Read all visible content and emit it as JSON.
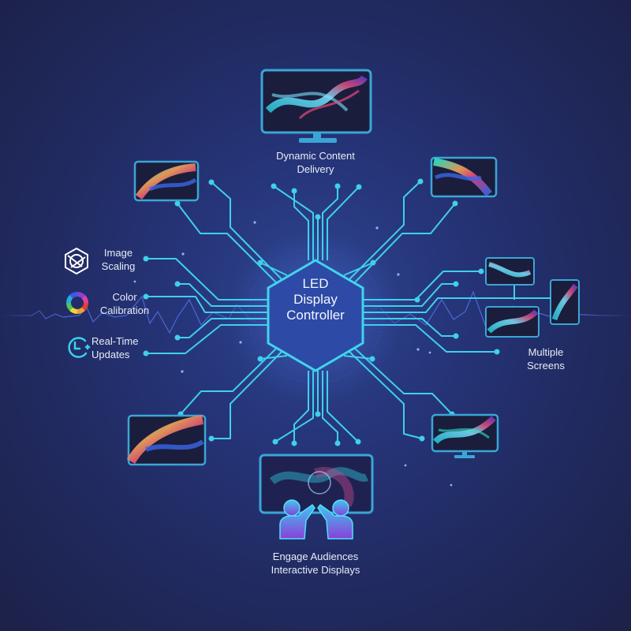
{
  "hub": {
    "line1": "LED",
    "line2": "Display",
    "line3": "Controller"
  },
  "features": {
    "image_scaling": {
      "line1": "Image",
      "line2": "Scaling",
      "icon": "hexagon-aperture-icon"
    },
    "color_calibration": {
      "line1": "Color",
      "line2": "Calibration",
      "icon": "color-wheel-icon"
    },
    "real_time_updates": {
      "line1": "Real-Time",
      "line2": "Updates",
      "icon": "clock-refresh-icon"
    }
  },
  "nodes": {
    "dynamic_content": {
      "line1": "Dynamic Content",
      "line2": "Delivery"
    },
    "multiple_screens": {
      "line1": "Multiple",
      "line2": "Screens"
    },
    "engage": {
      "line1": "Engage Audiences",
      "line2": "Interactive Displays"
    }
  },
  "colors": {
    "background": "#212b62",
    "circuit": "#3fd0ea",
    "screen_border": "#3aa6d6",
    "text": "#e8ecf6"
  }
}
